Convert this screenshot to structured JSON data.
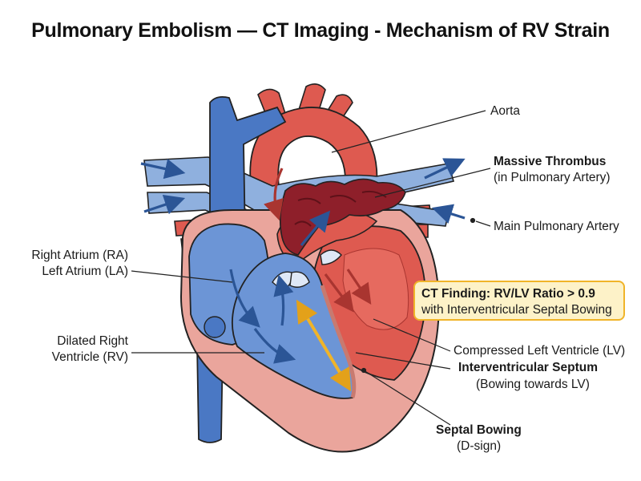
{
  "title": "Pulmonary Embolism — CT Imaging - Mechanism of RV Strain",
  "labels": {
    "aorta": "Aorta",
    "thrombus": "Massive Thrombus",
    "thrombus_sub": "(in Pulmonary Artery)",
    "main_pa": "Main Pulmonary Artery",
    "ra": "Right Atrium (RA)",
    "la": "Left Atrium (LA)",
    "rv_line1": "Dilated Right",
    "rv_line2": "Ventricle (RV)",
    "lv": "Compressed Left Ventricle (LV)",
    "septum": "Interventricular Septum",
    "septum_sub": "(Bowing towards LV)",
    "bowing": "Septal Bowing",
    "bowing_sub": "(D-sign)"
  },
  "finding": {
    "line1": "CT Finding: RV/LV Ratio > 0.9",
    "line2": "with Interventricular Septal Bowing"
  },
  "colors": {
    "blue": "#4a78c4",
    "blue_dark": "#2b5596",
    "red": "#de5a50",
    "red_dark": "#a93530",
    "thrombus": "#8e1f2a",
    "pink": "#eaa59c",
    "arrow_yellow": "#f0b429",
    "box_fill": "#fdf2c8"
  }
}
